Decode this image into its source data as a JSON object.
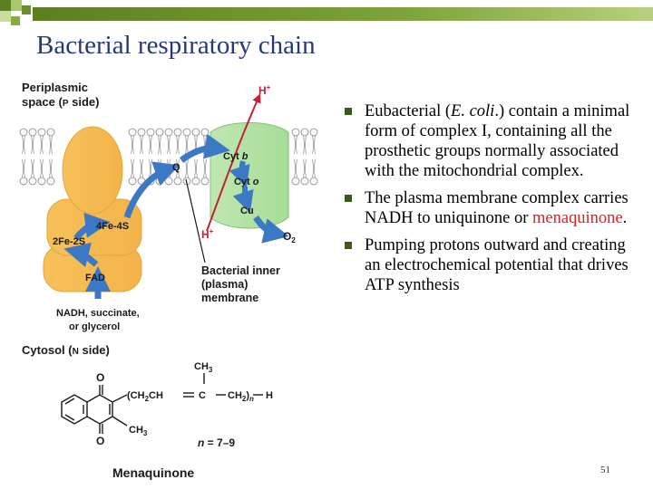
{
  "slide": {
    "title": "Bacterial respiratory chain",
    "page_number": "51",
    "colors": {
      "title": "#243a78",
      "accent_green": "#6a8f2a",
      "highlight_red": "#e02020"
    }
  },
  "bullets": [
    {
      "parts": [
        "Eubacterial (",
        "E. coli",
        ".) contain a minimal form of complex I, containing all the prosthetic groups normally associated with the mitochondrial complex."
      ]
    },
    {
      "parts": [
        "The plasma membrane complex carries NADH to uniquinone or ",
        "menaquinone",
        "."
      ]
    },
    {
      "parts": [
        "Pumping protons outward and creating an electrochemical potential that drives ATP synthesis"
      ]
    }
  ],
  "figure": {
    "periplasmic_line1": "Periplasmic",
    "periplasmic_line2a": "space (",
    "periplasmic_p": "P",
    "periplasmic_line2b": " side)",
    "cytosol_a": "Cytosol (",
    "cytosol_n": "N",
    "cytosol_b": " side)",
    "fe4s": "4Fe-4S",
    "fe2s": "2Fe-2S",
    "fad": "FAD",
    "q": "Q",
    "cyt_b": "Cyt ",
    "cyt_b_i": "b",
    "cyt_o": "Cyt ",
    "cyt_o_i": "o",
    "cu": "Cu",
    "o2": "O",
    "o2_sub": "2",
    "hplus_top": "H",
    "hplus_top_sup": "+",
    "hplus_bottom": "H",
    "hplus_bottom_sup": "+",
    "substrate_line1": "NADH, succinate,",
    "substrate_line2": "or glycerol",
    "membrane_line1": "Bacterial inner",
    "membrane_line2": "(plasma)",
    "membrane_line3": "membrane",
    "struct_ch3_top": "CH",
    "struct_ch3_top_sub": "3",
    "struct_o_top": "O",
    "struct_o_bottom": "O",
    "struct_chain_a": "(CH",
    "struct_chain_a_sub": "2",
    "struct_chain_b": "CH",
    "struct_chain_c": "C",
    "struct_chain_d": "CH",
    "struct_chain_d_sub": "2",
    "struct_chain_e": ")",
    "struct_chain_n": "n",
    "struct_chain_f": "H",
    "struct_ch3_ring": "CH",
    "struct_ch3_ring_sub": "3",
    "n_label_n": "n",
    "n_label_rest": " = 7–9",
    "menaquinone": "Menaquinone"
  }
}
